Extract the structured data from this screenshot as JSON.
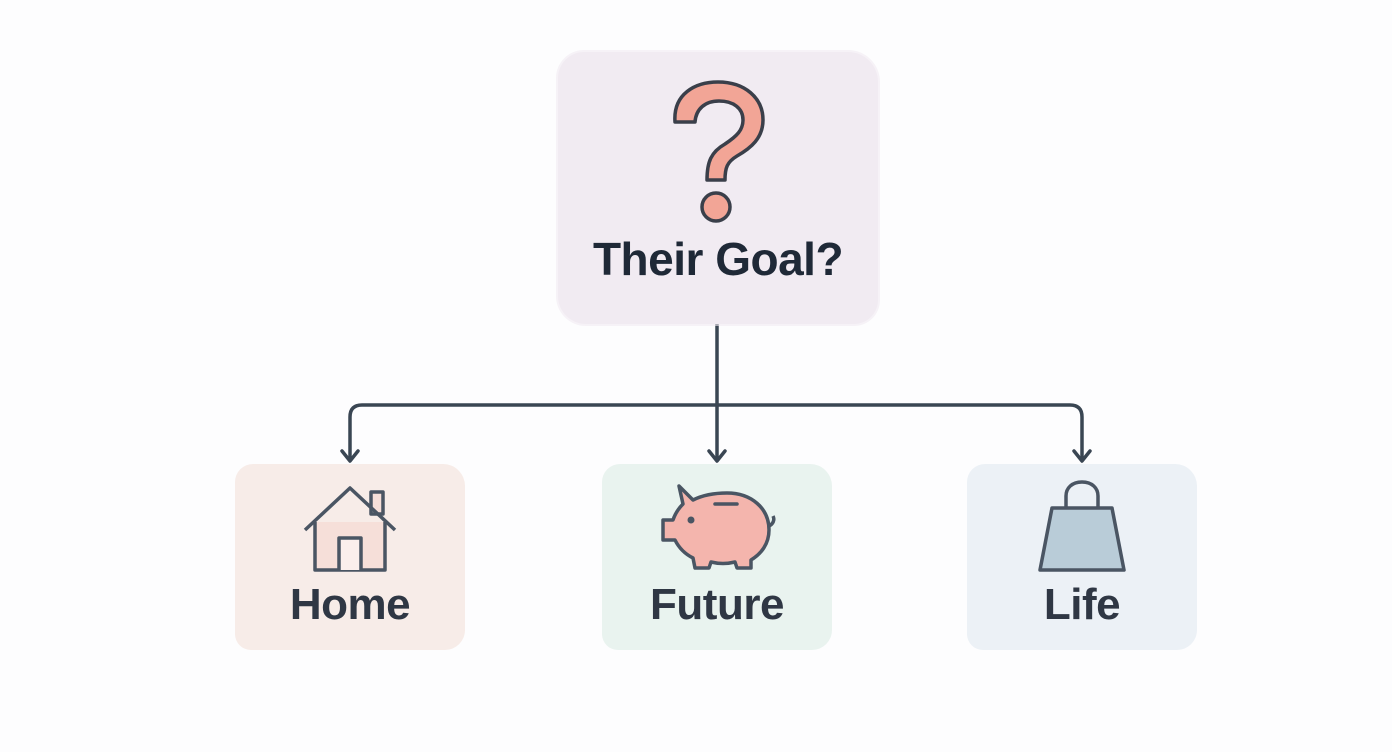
{
  "diagram": {
    "root": {
      "label": "Their Goal?",
      "icon": "question-mark-icon",
      "fill": "#f1ebf2",
      "icon_color": "#f2a596"
    },
    "children": [
      {
        "id": "home",
        "label": "Home",
        "icon": "house-icon",
        "fill": "#f7ece8",
        "icon_fill": "#f6dfd9"
      },
      {
        "id": "future",
        "label": "Future",
        "icon": "piggy-bank-icon",
        "fill": "#e9f3ef",
        "icon_fill": "#f4b5ad"
      },
      {
        "id": "life",
        "label": "Life",
        "icon": "shopping-bag-icon",
        "fill": "#ecf1f6",
        "icon_fill": "#b9ccd8"
      }
    ],
    "connector_color": "#3a4653"
  }
}
